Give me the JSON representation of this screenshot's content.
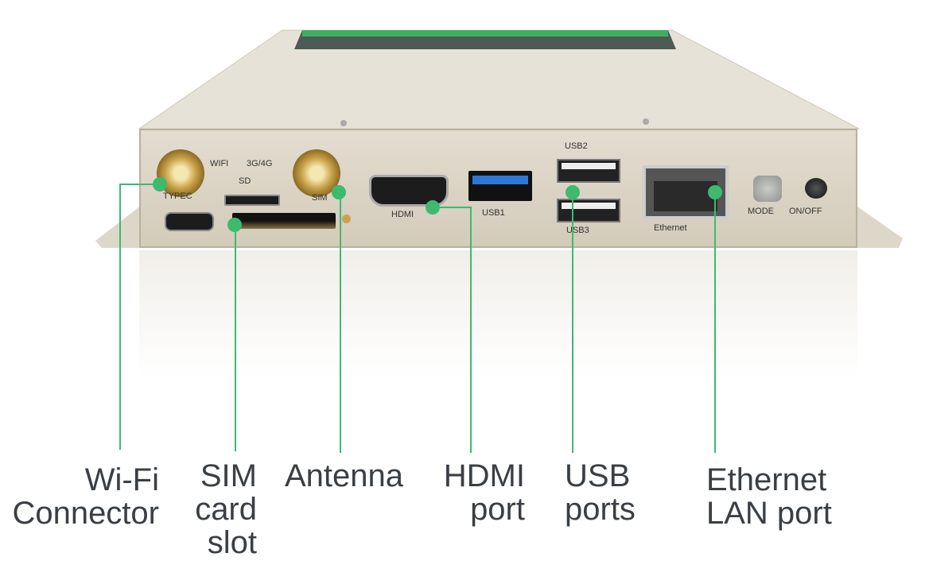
{
  "device_port_labels": {
    "wifi": "WIFI",
    "band": "3G/4G",
    "sd": "SD",
    "typec": "TYPEC",
    "sim": "SIM",
    "hdmi": "HDMI",
    "usb1": "USB1",
    "usb2": "USB2",
    "usb3": "USB3",
    "ethernet": "Ethernet",
    "mode": "MODE",
    "onoff": "ON/OFF"
  },
  "callouts": {
    "wifi_connector": "Wi-Fi\nConnector",
    "sim_card_slot": "SIM\ncard\nslot",
    "antenna": "Antenna",
    "hdmi_port": "HDMI\nport",
    "usb_ports": "USB\nports",
    "ethernet_lan_port": "Ethernet\nLAN port"
  },
  "colors": {
    "accent": "#3dba6e",
    "text": "#3a3f45",
    "chassis": "#d6cfc0"
  }
}
